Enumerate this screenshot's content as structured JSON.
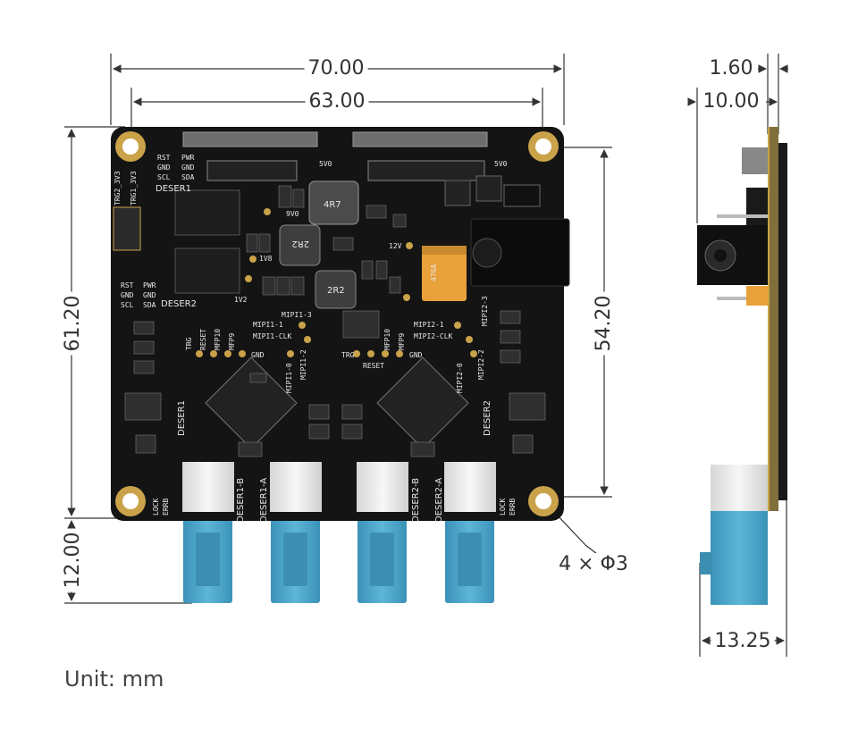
{
  "dimensions": {
    "top_outer": "70.00",
    "top_inner": "63.00",
    "left_height": "61.20",
    "right_height": "54.20",
    "bottom_height": "12.00",
    "hole_spec": "4 × Φ3",
    "side_thickness": "1.60",
    "side_offset": "10.00",
    "side_width": "13.25"
  },
  "unit_label": "Unit: mm",
  "silkscreen": {
    "rst": "RST",
    "pwr": "PWR",
    "gnd": "GND",
    "scl": "SCL",
    "sda": "SDA",
    "trg2": "TRG2_3V3",
    "trg1": "TRG1_3V3",
    "deser1": "DESER1",
    "deser2": "DESER2",
    "v5": "5V0",
    "v9": "9V0",
    "v12": "12V",
    "v18": "1V8",
    "v12b": "1V2",
    "l4r7": "4R7",
    "l2r2a": "2R2",
    "l2r2b": "2R2",
    "mipi1_1": "MIPI1-1",
    "mipi1_3": "MIPI1-3",
    "mipi1_clk": "MIPI1-CLK",
    "mipi1_0": "MIPI1-0",
    "mipi1_2": "MIPI1-2",
    "mipi2_1": "MIPI2-1",
    "mipi2_3": "MIPI2-3",
    "mipi2_clk": "MIPI2-CLK",
    "mipi2_0": "MIPI2-0",
    "mipi2_2": "MIPI2-2",
    "trg": "TRG",
    "reset": "RESET",
    "mfp10": "MFP10",
    "mfp9": "MFP9",
    "deser1_b": "DESER1-B",
    "deser1_a": "DESER1-A",
    "deser2_b": "DESER2-B",
    "deser2_a": "DESER2-A",
    "lock": "LOCK",
    "errb": "ERRB",
    "tant": "476A"
  },
  "colors": {
    "pcb": "#141414",
    "gold": "#c9a24a",
    "connector_blue": "#4aa3c7",
    "connector_white": "#ececec",
    "dim_line": "#333333"
  }
}
